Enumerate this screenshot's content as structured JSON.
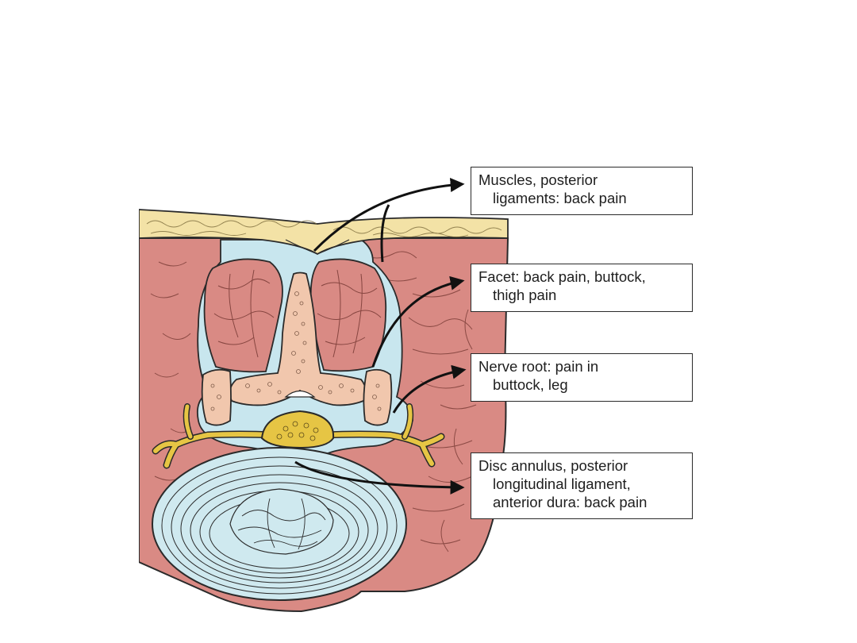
{
  "diagram": {
    "colors": {
      "fat": "#f3e2a6",
      "muscle": "#d98a84",
      "fascia": "#c8e6ee",
      "bone": "#f1c7ad",
      "nerve": "#e6c544",
      "disc": "#cfe9ef",
      "outline": "#2a2a2a"
    },
    "callouts": [
      {
        "id": "muscles",
        "lines": [
          "Muscles, posterior",
          "ligaments: back pain"
        ]
      },
      {
        "id": "facet",
        "lines": [
          "Facet: back pain, buttock,",
          "thigh pain"
        ]
      },
      {
        "id": "nerve-root",
        "lines": [
          "Nerve root: pain in",
          "buttock, leg"
        ]
      },
      {
        "id": "disc-annulus",
        "lines": [
          "Disc annulus, posterior",
          "longitudinal ligament,",
          "anterior dura: back pain"
        ]
      }
    ]
  }
}
